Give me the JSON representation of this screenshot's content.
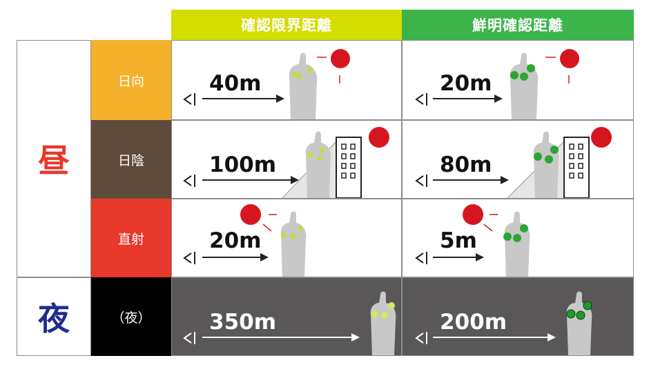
{
  "headers": {
    "confirm_limit": "確認限界距離",
    "clear_confirm": "鮮明確認距離"
  },
  "times": {
    "day": "昼",
    "night": "夜"
  },
  "conditions": [
    {
      "label": "日向",
      "color": "#f5b02b"
    },
    {
      "label": "日陰",
      "color": "#5f4b3c"
    },
    {
      "label": "直射",
      "color": "#e8372b"
    },
    {
      "label": "（夜）",
      "color": "#000000"
    }
  ],
  "distances": {
    "sun_limit": "40m",
    "sun_clear": "20m",
    "shade_limit": "100m",
    "shade_clear": "80m",
    "direct_limit": "20m",
    "direct_clear": "5m",
    "night_limit": "350m",
    "night_clear": "200m"
  },
  "colors": {
    "header_limit": "#d4dd00",
    "header_clear": "#3cb44a",
    "day_text": "#e8372b",
    "night_text": "#1f2e8c",
    "night_bg": "#595757",
    "sun": "#d5161f",
    "figure": "#c8c8c8"
  }
}
